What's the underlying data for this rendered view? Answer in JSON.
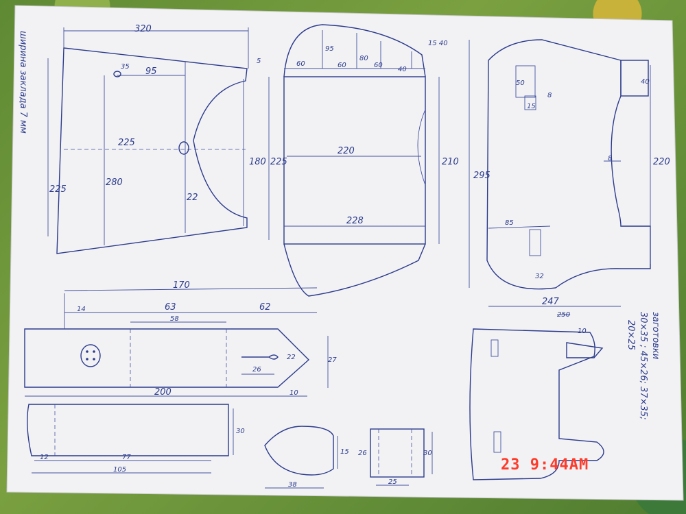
{
  "photo": {
    "timestamp": "23  9:44AM"
  },
  "notes": {
    "side_note": "ширина заклада 7 мм",
    "blanks_title": "заготовки",
    "blanks_sizes": "30×35 ; 45×26; 37×35;",
    "blanks_extra": "20×25"
  },
  "dimensions": {
    "d320": "320",
    "d5": "5",
    "d35": "35",
    "d95": "95",
    "d225a": "225",
    "d280": "280",
    "d22": "22",
    "d180": "180",
    "d225b": "225",
    "d60a": "60",
    "d95b": "95",
    "d60b": "60",
    "d80": "80",
    "d60c": "60",
    "d40": "40",
    "d15_40": "15 40",
    "d220": "220",
    "d228": "228",
    "d210": "210",
    "d225c": "225",
    "d295": "295",
    "d50": "50",
    "d8a": "8",
    "d15": "15",
    "d40b": "40",
    "d8b": "8",
    "d220b": "220",
    "d85": "85",
    "d32": "32",
    "d247": "247",
    "d250": "250",
    "d170": "170",
    "d14": "14",
    "d63": "63",
    "d62": "62",
    "d58": "58",
    "d22b": "22",
    "d26": "26",
    "d27": "27",
    "d200": "200",
    "d10a": "10",
    "d30a": "30",
    "d12": "12",
    "d77": "77",
    "d105": "105",
    "d15b": "15",
    "d38": "38",
    "d26b": "26",
    "d30b": "30",
    "d25": "25",
    "d10b": "10"
  }
}
